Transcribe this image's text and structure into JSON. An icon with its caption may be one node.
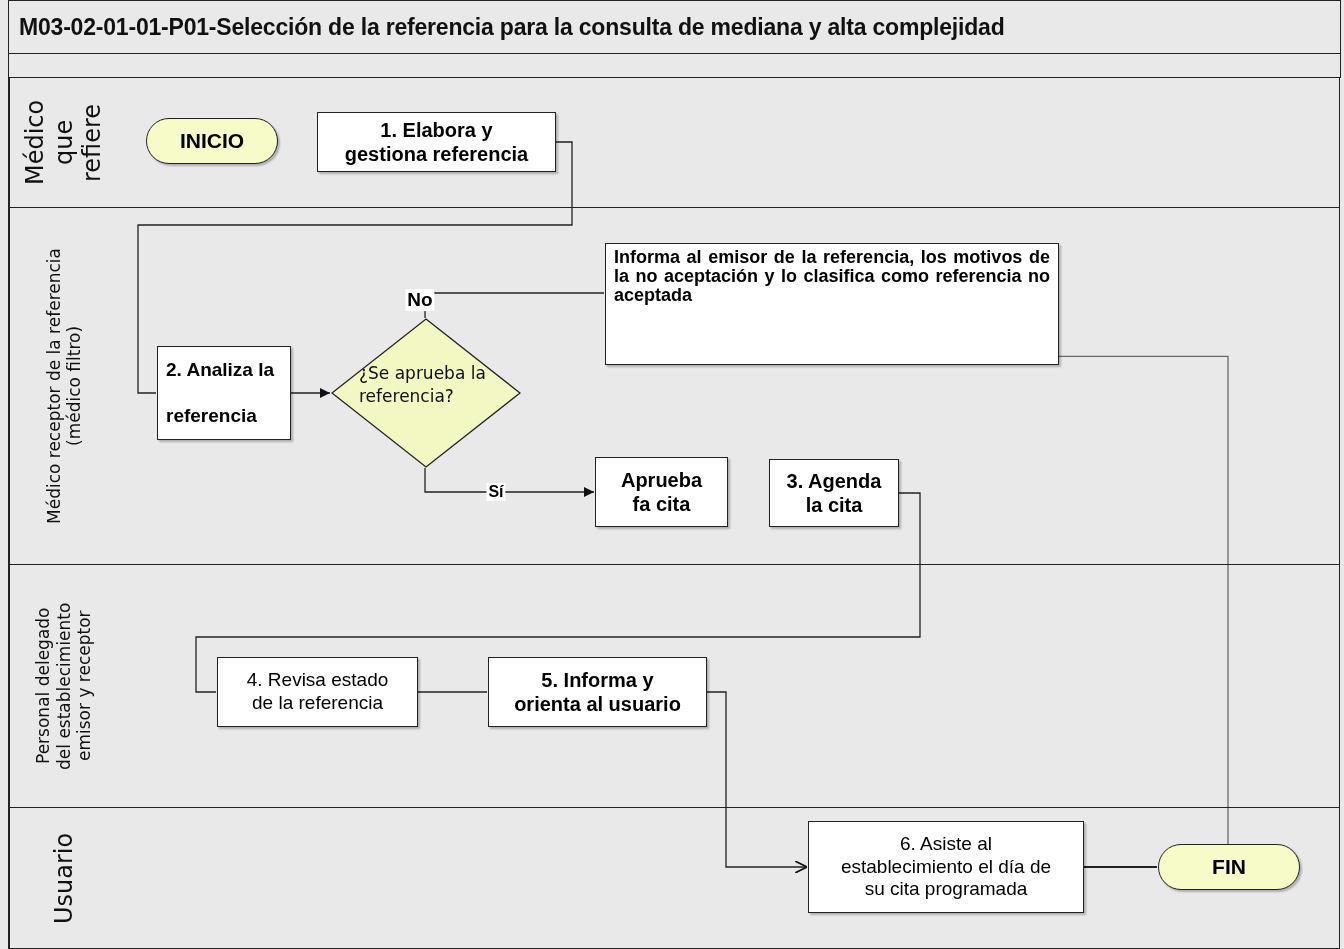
{
  "diagram": {
    "title": "M03-02-01-01-P01-Selección de la referencia para la consulta de mediana y alta complejidad",
    "nodes": [
      {
        "text": [
          "Médico que refiere"
        ]
      },
      {
        "text": [
          "Médico receptor de la referencia (médico filtro)"
        ]
      },
      {
        "text": [
          "Personal delegado del establecimiento emisor y receptor"
        ]
      },
      {
        "text": [
          "Usuario"
        ]
      },
      {
        "text": [
          "INICIO"
        ],
        "in": 0
      },
      {
        "text": [
          "1. Elabora y gestiona referencia"
        ],
        "in": 0
      },
      {
        "text": [
          "2. Analiza la referencia"
        ],
        "in": 1
      },
      {
        "text": [
          "¿Se aprueba la referencia?"
        ],
        "in": 1
      },
      {
        "text": [
          "Informa al emisor de la referencia, los motivos de la no aceptación y lo clasifica como referencia no aceptada"
        ],
        "in": 1
      },
      {
        "text": [
          "Aprueba fa cita"
        ],
        "in": 1
      },
      {
        "text": [
          "3. Agenda la cita"
        ],
        "in": 1
      },
      {
        "text": [
          "4. Revisa estado de la referencia"
        ],
        "in": 2
      },
      {
        "text": [
          "5. Informa y orienta al usuario"
        ],
        "in": 2
      },
      {
        "text": [
          "6. Asiste al establecimiento el día de su cita programada"
        ],
        "in": 3
      },
      {
        "text": [
          "FIN"
        ],
        "in": 3
      }
    ],
    "edges": [
      {
        "from": 5,
        "to": 6,
        "arrow": "none"
      },
      {
        "from": 6,
        "to": 7,
        "arrow": "to"
      },
      {
        "from": 7,
        "to": 8,
        "arrow": "none",
        "label": "No"
      },
      {
        "from": 7,
        "to": 9,
        "arrow": "to",
        "label": "Sí"
      },
      {
        "from": 10,
        "to": 11,
        "arrow": "none"
      },
      {
        "from": 11,
        "to": 12,
        "arrow": "none"
      },
      {
        "from": 12,
        "to": 13,
        "arrow": "to"
      },
      {
        "from": 13,
        "to": 14,
        "arrow": "none"
      },
      {
        "from": 8,
        "to": 14,
        "arrow": "none"
      }
    ]
  }
}
